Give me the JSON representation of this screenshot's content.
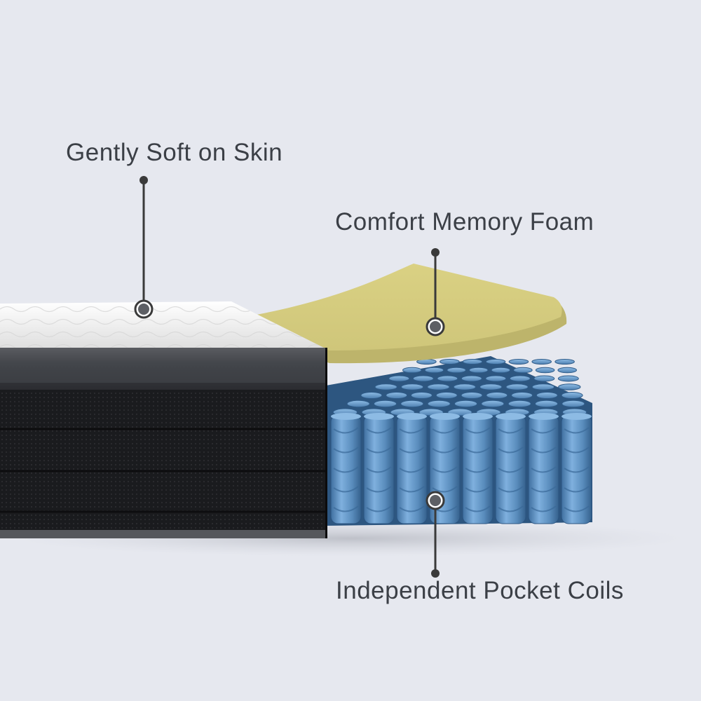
{
  "callouts": {
    "top_layer": "Gently Soft on Skin",
    "foam_layer": "Comfort Memory Foam",
    "coil_layer": "Independent Pocket Coils"
  },
  "colors": {
    "background": "#e6e8ef",
    "foam": "#dcd38a",
    "coils": "#5f93c4",
    "mattress_side": "#17181b",
    "mattress_top": "#f4f4f4",
    "label_text": "#3b3f46",
    "callout_line": "#3a3a3a"
  }
}
